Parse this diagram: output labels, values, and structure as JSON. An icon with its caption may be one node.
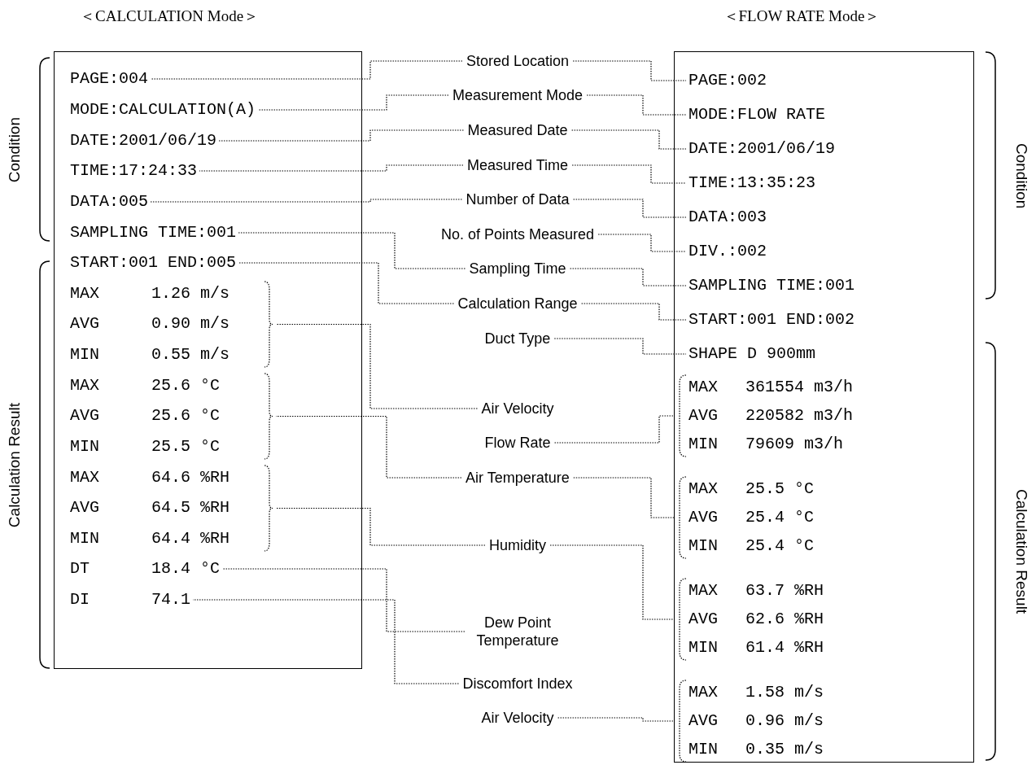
{
  "diagram": {
    "nodes": [
      {
        "text": [],
        "shape": "box"
      },
      {
        "text": [
          "PAGE:004"
        ],
        "in": 0
      },
      {
        "text": [
          "MODE:CALCULATION(A)"
        ],
        "in": 0
      },
      {
        "text": [
          "DATE:2001/06/19"
        ],
        "in": 0
      },
      {
        "text": [
          "TIME:17:24:33"
        ],
        "in": 0
      },
      {
        "text": [
          "DATA:005"
        ],
        "in": 0
      },
      {
        "text": [
          "SAMPLING TIME:001"
        ],
        "in": 0
      },
      {
        "text": [
          "START:001 END:005"
        ],
        "in": 0
      },
      {
        "text": [],
        "shape": "bracket",
        "in": 0
      },
      {
        "text": [
          "MAX",
          "1.26 m/s"
        ],
        "in": 8
      },
      {
        "text": [
          "AVG",
          "0.90 m/s"
        ],
        "in": 8
      },
      {
        "text": [
          "MIN",
          "0.55 m/s"
        ],
        "in": 8
      },
      {
        "text": [],
        "shape": "bracket",
        "in": 0
      },
      {
        "text": [
          "MAX",
          "25.6 °C"
        ],
        "in": 12
      },
      {
        "text": [
          "AVG",
          "25.6 °C"
        ],
        "in": 12
      },
      {
        "text": [
          "MIN",
          "25.5 °C"
        ],
        "in": 12
      },
      {
        "text": [],
        "shape": "bracket",
        "in": 0
      },
      {
        "text": [
          "MAX",
          "64.6 %RH"
        ],
        "in": 16
      },
      {
        "text": [
          "AVG",
          "64.5 %RH"
        ],
        "in": 16
      },
      {
        "text": [
          "MIN",
          "64.4 %RH"
        ],
        "in": 16
      },
      {
        "text": [
          "DT",
          "18.4 °C"
        ],
        "in": 0
      },
      {
        "text": [
          "DI",
          "74.1"
        ],
        "in": 0
      },
      {
        "text": [
          "Stored Location"
        ]
      },
      {
        "text": [
          "Measurement Mode"
        ]
      },
      {
        "text": [
          "Measured Date"
        ]
      },
      {
        "text": [
          "Measured Time"
        ]
      },
      {
        "text": [
          "Number of Data"
        ]
      },
      {
        "text": [
          "No. of Points Measured"
        ]
      },
      {
        "text": [
          "Sampling Time"
        ]
      },
      {
        "text": [
          "Calculation Range"
        ]
      },
      {
        "text": [
          "Duct Type"
        ]
      },
      {
        "text": [
          "Air Velocity"
        ]
      },
      {
        "text": [
          "Flow Rate"
        ]
      },
      {
        "text": [
          "Air Temperature"
        ]
      },
      {
        "text": [
          "Humidity"
        ]
      },
      {
        "text": [
          "Dew Point Temperature"
        ]
      },
      {
        "text": [
          "Discomfort Index"
        ]
      },
      {
        "text": [
          "Air Velocity"
        ]
      },
      {
        "text": [],
        "shape": "box"
      },
      {
        "text": [
          "PAGE:002"
        ],
        "in": 38
      },
      {
        "text": [
          "MODE:FLOW RATE"
        ],
        "in": 38
      },
      {
        "text": [
          "DATE:2001/06/19"
        ],
        "in": 38
      },
      {
        "text": [
          "TIME:13:35:23"
        ],
        "in": 38
      },
      {
        "text": [
          "DATA:003"
        ],
        "in": 38
      },
      {
        "text": [
          "DIV.:002"
        ],
        "in": 38
      },
      {
        "text": [
          "SAMPLING TIME:001"
        ],
        "in": 38
      },
      {
        "text": [
          "START:001 END:002"
        ],
        "in": 38
      },
      {
        "text": [
          "SHAPE D 900mm"
        ],
        "in": 38
      },
      {
        "text": [],
        "shape": "bracket",
        "in": 38
      },
      {
        "text": [
          "MAX",
          "361554 m3/h"
        ],
        "in": 48
      },
      {
        "text": [
          "AVG",
          "220582 m3/h"
        ],
        "in": 48
      },
      {
        "text": [
          "MIN",
          "79609 m3/h"
        ],
        "in": 48
      },
      {
        "text": [],
        "shape": "bracket",
        "in": 38
      },
      {
        "text": [
          "MAX",
          "25.5 °C"
        ],
        "in": 52
      },
      {
        "text": [
          "AVG",
          "25.4 °C"
        ],
        "in": 52
      },
      {
        "text": [
          "MIN",
          "25.4 °C"
        ],
        "in": 52
      },
      {
        "text": [],
        "shape": "bracket",
        "in": 38
      },
      {
        "text": [
          "MAX",
          "63.7 %RH"
        ],
        "in": 56
      },
      {
        "text": [
          "AVG",
          "62.6 %RH"
        ],
        "in": 56
      },
      {
        "text": [
          "MIN",
          "61.4 %RH"
        ],
        "in": 56
      },
      {
        "text": [],
        "shape": "bracket",
        "in": 38
      },
      {
        "text": [
          "MAX",
          "1.58 m/s"
        ],
        "in": 60
      },
      {
        "text": [
          "AVG",
          "0.96 m/s"
        ],
        "in": 60
      },
      {
        "text": [
          "MIN",
          "0.35 m/s"
        ],
        "in": 60
      }
    ],
    "edges": [
      {
        "from": 22,
        "to": 1,
        "arrow": "none"
      },
      {
        "from": 22,
        "to": 39,
        "arrow": "none"
      },
      {
        "from": 23,
        "to": 2,
        "arrow": "none"
      },
      {
        "from": 23,
        "to": 40,
        "arrow": "none"
      },
      {
        "from": 24,
        "to": 3,
        "arrow": "none"
      },
      {
        "from": 24,
        "to": 41,
        "arrow": "none"
      },
      {
        "from": 25,
        "to": 4,
        "arrow": "none"
      },
      {
        "from": 25,
        "to": 42,
        "arrow": "none"
      },
      {
        "from": 26,
        "to": 5,
        "arrow": "none"
      },
      {
        "from": 26,
        "to": 43,
        "arrow": "none"
      },
      {
        "from": 27,
        "to": 44,
        "arrow": "none"
      },
      {
        "from": 28,
        "to": 6,
        "arrow": "none"
      },
      {
        "from": 28,
        "to": 45,
        "arrow": "none"
      },
      {
        "from": 29,
        "to": 7,
        "arrow": "none"
      },
      {
        "from": 29,
        "to": 46,
        "arrow": "none"
      },
      {
        "from": 30,
        "to": 47,
        "arrow": "none"
      },
      {
        "from": 31,
        "to": 8,
        "arrow": "none"
      },
      {
        "from": 32,
        "to": 48,
        "arrow": "none"
      },
      {
        "from": 33,
        "to": 12,
        "arrow": "none"
      },
      {
        "from": 33,
        "to": 52,
        "arrow": "none"
      },
      {
        "from": 34,
        "to": 16,
        "arrow": "none"
      },
      {
        "from": 34,
        "to": 56,
        "arrow": "none"
      },
      {
        "from": 35,
        "to": 20,
        "arrow": "none"
      },
      {
        "from": 36,
        "to": 21,
        "arrow": "none"
      },
      {
        "from": 37,
        "to": 60,
        "arrow": "none"
      }
    ],
    "labels": [
      "＜CALCULATION Mode＞",
      "＜FLOW RATE Mode＞",
      "Condition",
      "Condition",
      "Calculation Result",
      "Calculation Result"
    ]
  }
}
